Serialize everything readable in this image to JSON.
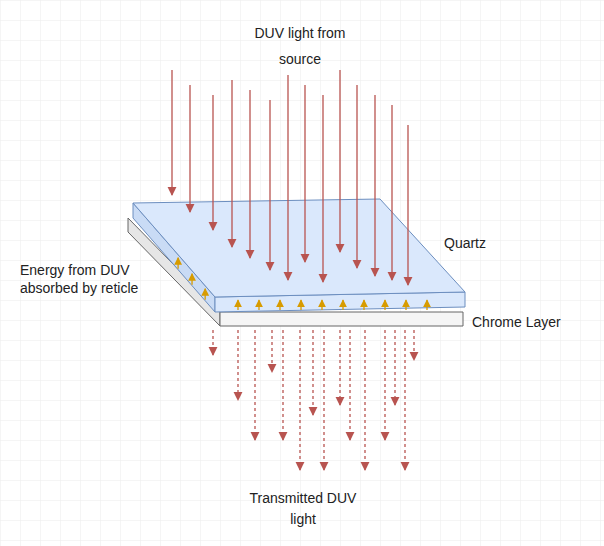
{
  "diagram": {
    "labels": [
      "DUV light from source",
      "Quartz",
      "Energy from DUV absorbed by reticle",
      "Chrome Layer",
      "Transmitted DUV light"
    ]
  }
}
